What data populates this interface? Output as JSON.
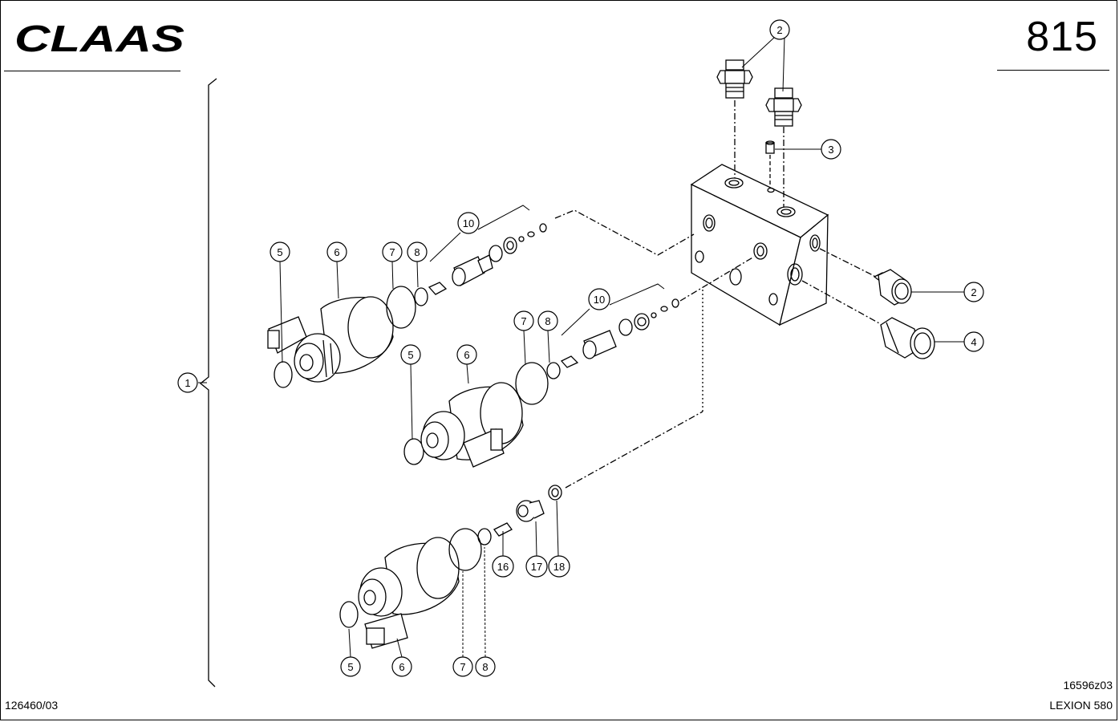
{
  "header": {
    "brand": "CLAAS",
    "page_number": "815"
  },
  "footer": {
    "document_ref": "126460/03",
    "drawing_number": "16596z03",
    "model": "LEXION 580"
  },
  "callouts": [
    "1",
    "2",
    "2",
    "3",
    "4",
    "5",
    "6",
    "7",
    "8",
    "10",
    "5",
    "6",
    "7",
    "8",
    "10",
    "5",
    "6",
    "7",
    "8",
    "16",
    "17",
    "18"
  ],
  "colors": {
    "ink": "#000000",
    "paper": "#ffffff"
  }
}
